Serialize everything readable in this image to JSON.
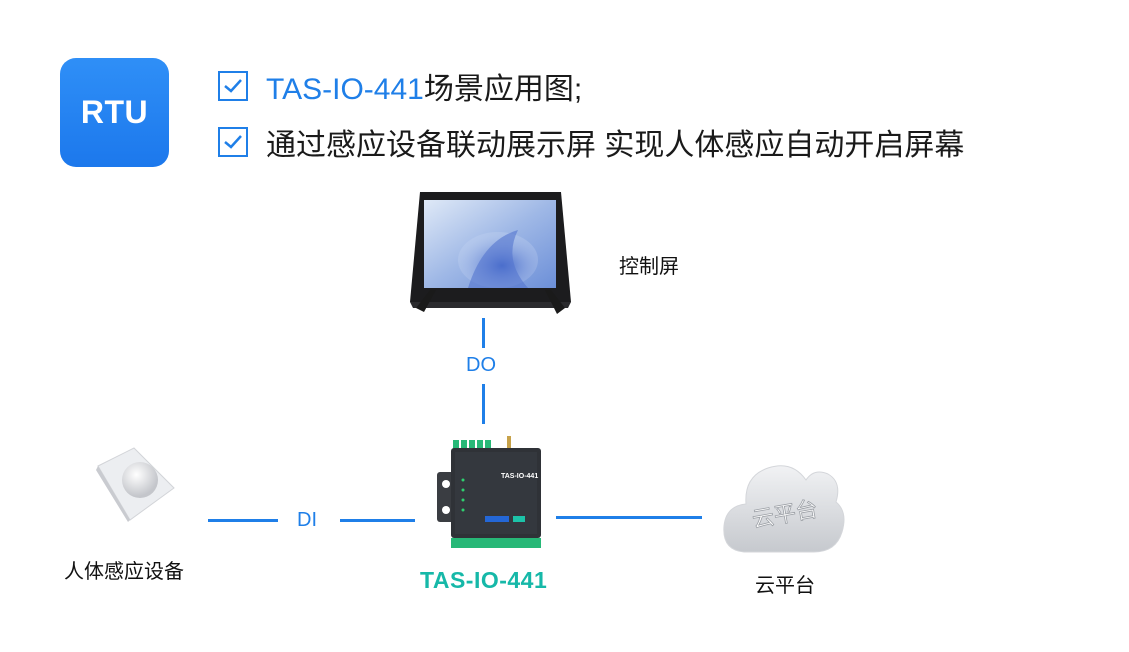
{
  "badge": {
    "text": "RTU"
  },
  "bullets": [
    {
      "highlight": "TAS-IO-441",
      "text": "场景应用图;"
    },
    {
      "highlight": "",
      "text": "通过感应设备联动展示屏 实现人体感应自动开启屏幕"
    }
  ],
  "nodes": {
    "screen": "控制屏",
    "sensor": "人体感应设备",
    "device": "TAS-IO-441",
    "cloud": "云平台",
    "cloud_icon_text": "云平台",
    "device_front_label": "TAS-IO-441"
  },
  "connections": {
    "do": "DO",
    "di": "DI"
  },
  "colors": {
    "accent": "#1f7fe8",
    "device_name": "#16b8a8",
    "badge": "#2080f0"
  }
}
